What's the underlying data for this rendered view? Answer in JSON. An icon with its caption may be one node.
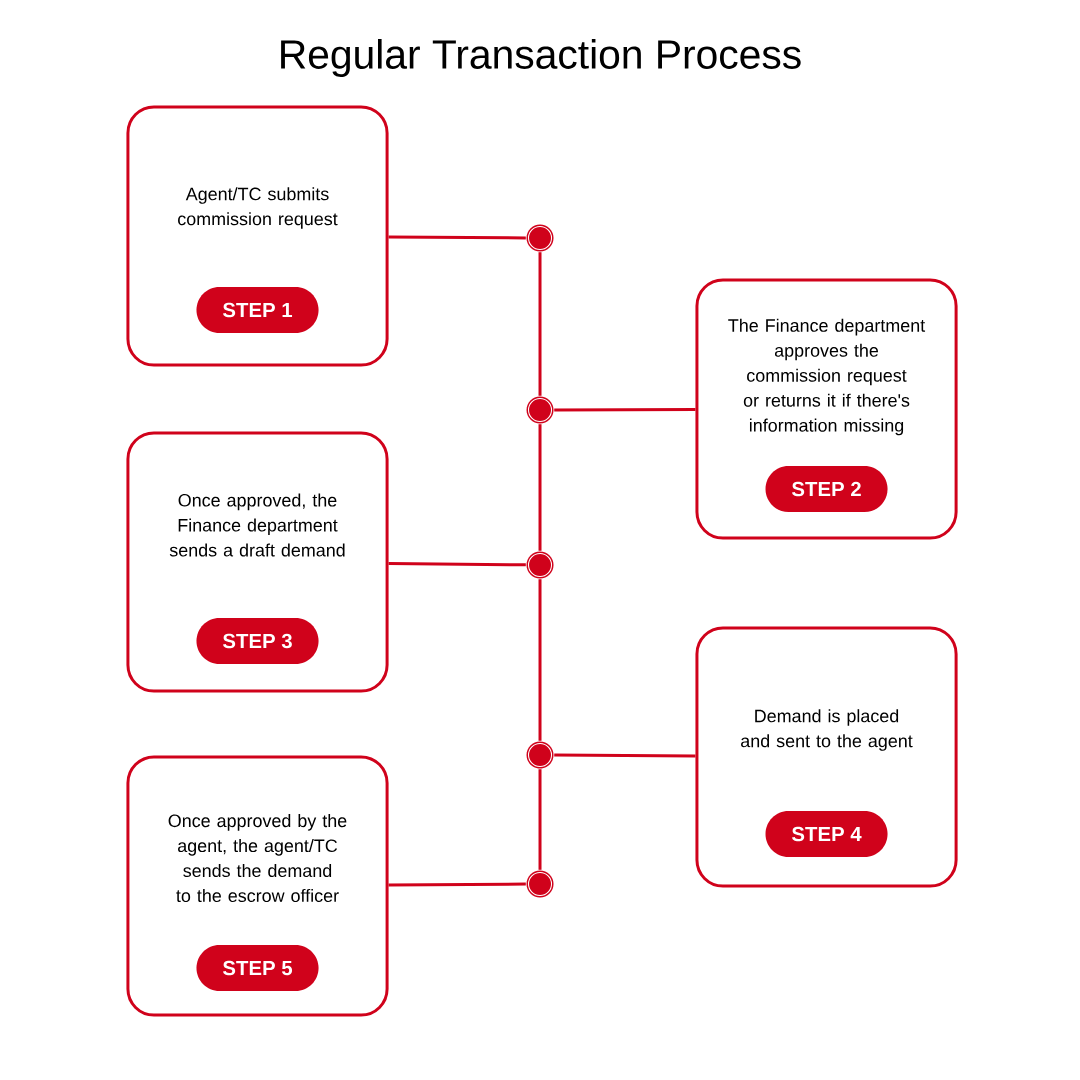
{
  "diagram": {
    "title": "Regular Transaction Process",
    "nodes": [
      {
        "text": [
          "Agent/TC submits commission request"
        ]
      },
      {
        "text": [
          "STEP 1"
        ],
        "in": 0
      },
      {
        "text": [
          "The Finance department approves the commission request or returns it if there's information missing"
        ]
      },
      {
        "text": [
          "STEP 2"
        ],
        "in": 2
      },
      {
        "text": [
          "Once approved, the Finance department sends a draft demand"
        ]
      },
      {
        "text": [
          "STEP 3"
        ],
        "in": 4
      },
      {
        "text": [
          "Demand is placed and sent to the agent"
        ]
      },
      {
        "text": [
          "STEP 4"
        ],
        "in": 6
      },
      {
        "text": [
          "Once approved by the agent, the agent/TC sends the demand to the escrow officer"
        ]
      },
      {
        "text": [
          "STEP 5"
        ],
        "in": 8
      },
      {
        "text": [],
        "shape": "circle"
      },
      {
        "text": [],
        "shape": "circle"
      },
      {
        "text": [],
        "shape": "circle"
      },
      {
        "text": [],
        "shape": "circle"
      },
      {
        "text": [],
        "shape": "circle"
      }
    ],
    "edges": [
      {
        "from": 0,
        "to": 10,
        "arrow": "none"
      },
      {
        "from": 11,
        "to": 2,
        "arrow": "none"
      },
      {
        "from": 4,
        "to": 12,
        "arrow": "none"
      },
      {
        "from": 13,
        "to": 6,
        "arrow": "none"
      },
      {
        "from": 8,
        "to": 14,
        "arrow": "none"
      },
      {
        "from": 10,
        "to": 11,
        "arrow": "none"
      },
      {
        "from": 11,
        "to": 12,
        "arrow": "none"
      },
      {
        "from": 12,
        "to": 13,
        "arrow": "none"
      },
      {
        "from": 13,
        "to": 14,
        "arrow": "none"
      }
    ]
  }
}
